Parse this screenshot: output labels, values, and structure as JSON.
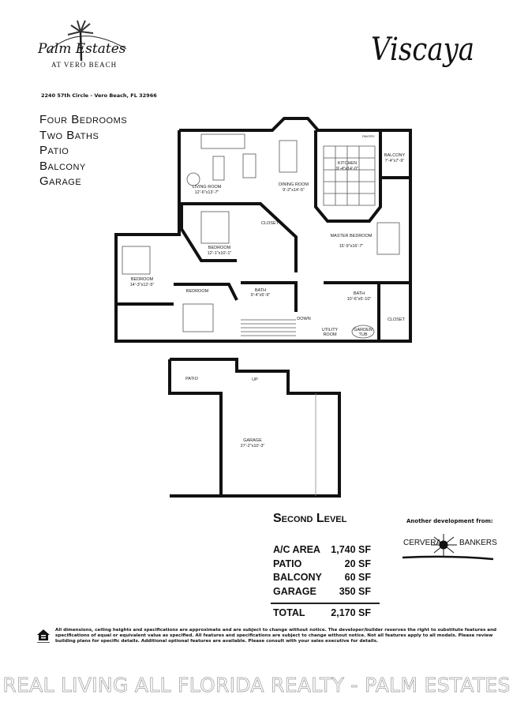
{
  "brand": {
    "name": "Palm Estates",
    "subtitle": "AT VERO BEACH"
  },
  "address": "2240 57th Circle - Vero Beach, FL 32966",
  "model_name": "Viscaya",
  "features": [
    "Four Bedrooms",
    "Two Baths",
    "Patio",
    "Balcony",
    "Garage"
  ],
  "rooms": {
    "living": {
      "name": "LIVING ROOM",
      "size": "12'-6\"x13'-7\""
    },
    "dining": {
      "name": "DINING ROOM",
      "size": "9'-2\"x14'-5\""
    },
    "kitchen": {
      "name": "KITCHEN",
      "size": "9'-4\"x14'-0\""
    },
    "pantry": {
      "name": "PANTRY"
    },
    "balcony": {
      "name": "BALCONY",
      "size": "7'-4\"x7'-9\""
    },
    "bedroom2": {
      "name": "BEDROOM",
      "size": "12'-1\"x10'-1\""
    },
    "closet1": {
      "name": "CLOSET"
    },
    "master": {
      "name": "MASTER BEDROOM",
      "size": "15'-9\"x16'-7\""
    },
    "bedroom3": {
      "name": "BEDROOM",
      "size": "14'-3\"x12'-5\""
    },
    "bedroom4": {
      "name": "BEDROOM"
    },
    "bath1": {
      "name": "BATH",
      "size": "9'-4\"x5'-9\""
    },
    "bath2": {
      "name": "BATH",
      "size": "10'-6\"x5'-10\""
    },
    "down": "DOWN",
    "utility": {
      "name": "UTILITY",
      "name2": "ROOM"
    },
    "garden_tub": {
      "name": "GARDEN",
      "name2": "TUB"
    },
    "closet2": {
      "name": "CLOSET"
    },
    "patio": {
      "name": "PATIO"
    },
    "up": "UP",
    "garage": {
      "name": "GARAGE",
      "size": "27'-2\"x10'-3\""
    }
  },
  "level_title": "Second Level",
  "areas": [
    {
      "label": "A/C AREA",
      "value": "1,740 SF"
    },
    {
      "label": "PATIO",
      "value": "20 SF"
    },
    {
      "label": "BALCONY",
      "value": "60 SF"
    },
    {
      "label": "GARAGE",
      "value": "350 SF"
    }
  ],
  "total": {
    "label": "TOTAL",
    "value": "2,170 SF"
  },
  "developer": {
    "intro": "Another development from:",
    "left": "CERVERA",
    "right": "BANKERS"
  },
  "disclaimer": "All dimensions, ceiling heights and specifications are approximate and are subject to change without notice. The developer/builder reserves the right to substitute features and specifications of equal or equivalent value as specified. All features and specifications are subject to change without notice. Not all features apply to all models. Please review building plans for specific details. Additional optional features are available. Please consult with your sales executive for details.",
  "footer": "REAL LIVING ALL FLORIDA REALTY - PALM ESTATES",
  "icons": {
    "equal_housing": "equal-housing-icon",
    "palm": "palm-tree-icon"
  }
}
